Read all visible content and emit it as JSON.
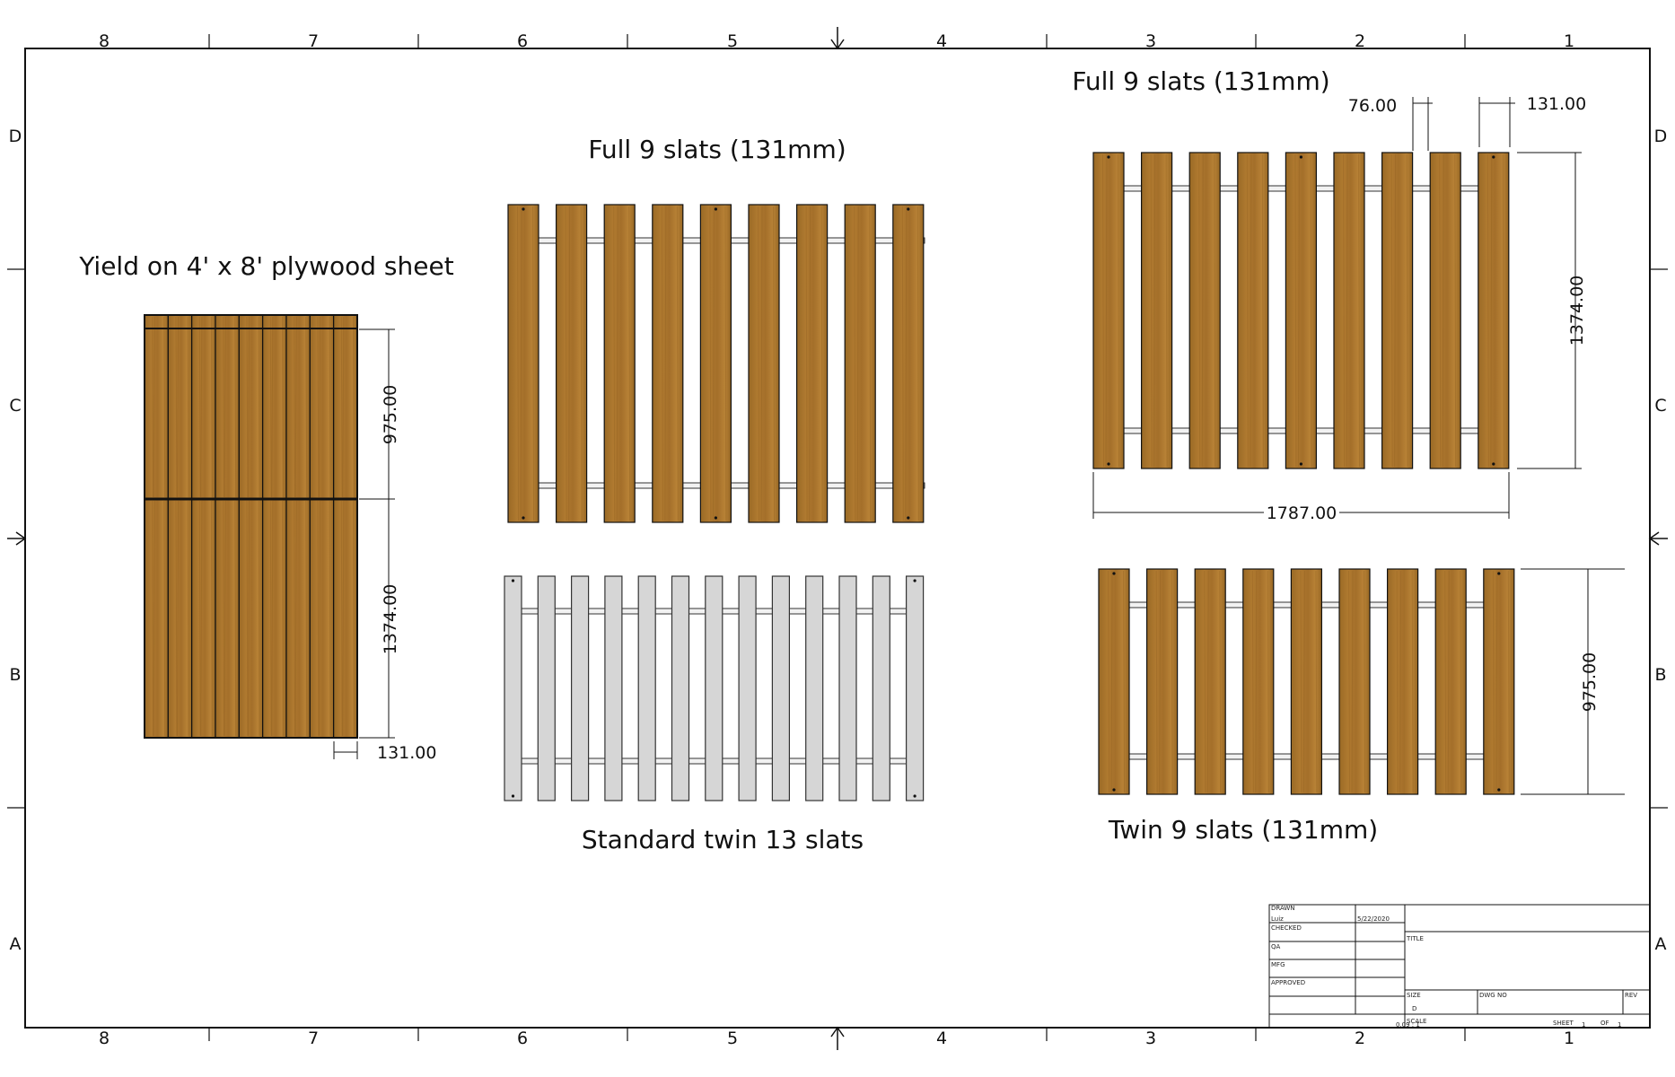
{
  "colors": {
    "wood": "#a8742c",
    "wood_dark": "#8e5f1f",
    "wood_grain": "#c08a3c",
    "gray_slat": "#d6d6d6",
    "outline": "#111111"
  },
  "zones": {
    "columns": [
      "8",
      "7",
      "6",
      "5",
      "4",
      "3",
      "2",
      "1"
    ],
    "rows": [
      "D",
      "C",
      "B",
      "A"
    ]
  },
  "views": {
    "plywood": {
      "title": "Yield on 4' x 8' plywood sheet",
      "dim_top": "975.00",
      "dim_bottom": "1374.00",
      "dim_width": "131.00"
    },
    "full_left": {
      "title": "Full 9 slats (131mm)"
    },
    "standard": {
      "title": "Standard twin 13 slats"
    },
    "full_right": {
      "title": "Full 9 slats (131mm)",
      "dim_gap": "76.00",
      "dim_slat": "131.00",
      "dim_length": "1374.00",
      "dim_width": "1787.00"
    },
    "twin": {
      "title": "Twin 9 slats (131mm)",
      "dim_length": "975.00"
    }
  },
  "title_block": {
    "drawn_label": "DRAWN",
    "drawn_by": "Luiz",
    "date": "5/22/2020",
    "checked_label": "CHECKED",
    "qa_label": "QA",
    "mfg_label": "MFG",
    "approved_label": "APPROVED",
    "title_label": "TITLE",
    "size_label": "SIZE",
    "size_value": "D",
    "dwg_label": "DWG NO",
    "rev_label": "REV",
    "scale_label": "SCALE",
    "scale_value": "0.09 : 1",
    "sheet_label": "SHEET",
    "sheet_value": "1",
    "of_label": "OF",
    "of_value": "1"
  }
}
